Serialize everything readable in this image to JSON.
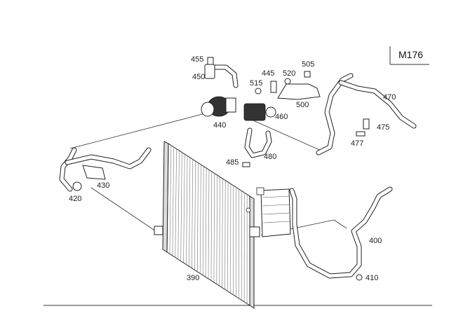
{
  "model_code": "M176",
  "callouts": [
    "455",
    "450",
    "445",
    "520",
    "505",
    "515",
    "470",
    "500",
    "460",
    "440",
    "475",
    "477",
    "485",
    "480",
    "430",
    "420",
    "400",
    "390",
    "410"
  ],
  "colors": {
    "line": "#222222",
    "background": "#ffffff"
  }
}
